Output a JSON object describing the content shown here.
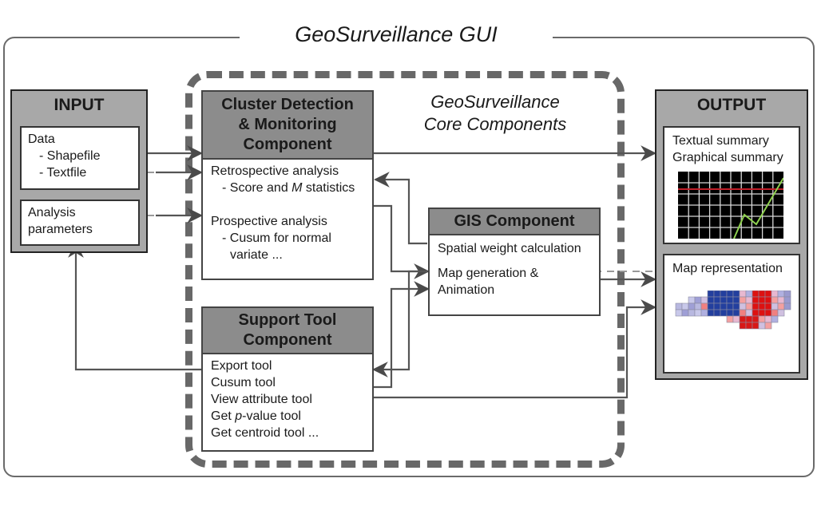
{
  "gui_title": "GeoSurveillance GUI",
  "core": {
    "title_line1": "GeoSurveillance",
    "title_line2": "Core Components"
  },
  "input": {
    "title": "INPUT",
    "data_box": {
      "label": "Data",
      "items": [
        "- Shapefile",
        "- Textfile"
      ]
    },
    "params_box": {
      "line1": "Analysis",
      "line2": "parameters"
    }
  },
  "cluster": {
    "title_lines": [
      "Cluster Detection",
      "& Monitoring",
      "Component"
    ],
    "retro_label": "Retrospective analysis",
    "retro_item_pre": "- Score and ",
    "retro_item_italic": "M",
    "retro_item_post": " statistics",
    "prosp_label": "Prospective analysis",
    "prosp_item_line1": "- Cusum for normal",
    "prosp_item_line2": "variate ..."
  },
  "gis": {
    "title": "GIS Component",
    "item1": "Spatial weight calculation",
    "item2_line1": "Map generation &",
    "item2_line2": "Animation"
  },
  "support": {
    "title_lines": [
      "Support Tool",
      "Component"
    ],
    "items": [
      "Export tool",
      "Cusum tool",
      "View attribute tool"
    ],
    "pvalue_pre": "Get ",
    "pvalue_italic": "p",
    "pvalue_post": "-value tool",
    "last_item": "Get centroid tool ..."
  },
  "output": {
    "title": "OUTPUT",
    "summary_box": {
      "line1": "Textual summary",
      "line2": "Graphical summary"
    },
    "map_box": {
      "label": "Map representation"
    }
  },
  "colors": {
    "header_fill": "#8c8c8c",
    "outer_fill": "#a8a8a8",
    "line": "#555555",
    "chart_bg": "#000000",
    "chart_threshold": "#c0202a",
    "chart_series": "#8fd14f",
    "map_blue": "#1f3fa8",
    "map_red": "#e01010"
  }
}
